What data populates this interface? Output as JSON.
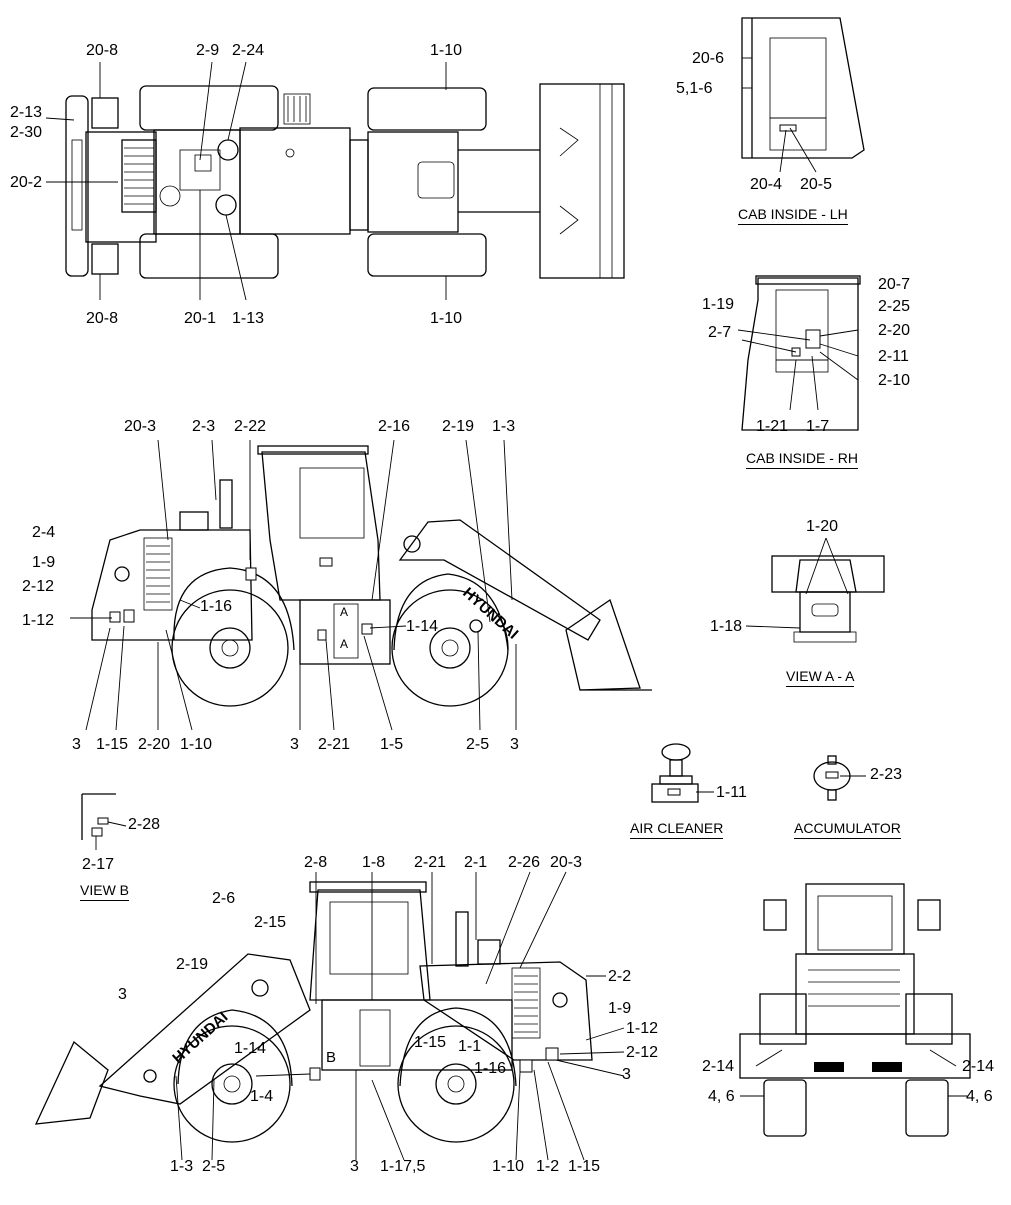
{
  "titles": {
    "cab_inside_lh": "CAB INSIDE - LH",
    "cab_inside_rh": "CAB INSIDE - RH",
    "view_aa": "VIEW A - A",
    "air_cleaner": "AIR CLEANER",
    "accumulator": "ACCUMULATOR",
    "view_b": "VIEW B"
  },
  "plates": {
    "hyundai_left": "HYUNDAI",
    "hyundai_right": "HYUNDAI",
    "section_a_upper": "A",
    "section_a_lower": "A",
    "section_b": "B"
  },
  "labels": {
    "top": [
      "20-8",
      "2-9",
      "2-24",
      "1-10",
      "2-13",
      "2-30",
      "20-2",
      "20-8",
      "20-1",
      "1-13",
      "1-10"
    ],
    "cab_lh": [
      "20-6",
      "5,1-6",
      "20-4",
      "20-5"
    ],
    "cab_rh": [
      "20-7",
      "1-19",
      "2-25",
      "2-7",
      "2-20",
      "2-11",
      "2-10",
      "1-21",
      "1-7"
    ],
    "left_side": [
      "20-3",
      "2-3",
      "2-22",
      "2-16",
      "2-19",
      "1-3",
      "2-4",
      "1-9",
      "2-12",
      "1-16",
      "1-12",
      "1-14",
      "3",
      "1-15",
      "2-20",
      "1-10",
      "3",
      "2-21",
      "1-5",
      "2-5",
      "3"
    ],
    "view_aa": [
      "1-20",
      "1-18"
    ],
    "air_cleaner": [
      "1-11"
    ],
    "accumulator": [
      "2-23"
    ],
    "view_b": [
      "2-28",
      "2-17"
    ],
    "right_side": [
      "2-8",
      "1-8",
      "2-21",
      "2-1",
      "2-26",
      "20-3",
      "2-6",
      "2-15",
      "2-2",
      "2-19",
      "3",
      "1-9",
      "1-12",
      "1-15",
      "1-1",
      "2-12",
      "1-14",
      "1-16",
      "3",
      "1-4",
      "1-3",
      "2-5",
      "3",
      "1-17,5",
      "1-10",
      "1-2",
      "1-15"
    ],
    "front": [
      "2-14",
      "2-14",
      "4, 6",
      "4, 6"
    ]
  }
}
